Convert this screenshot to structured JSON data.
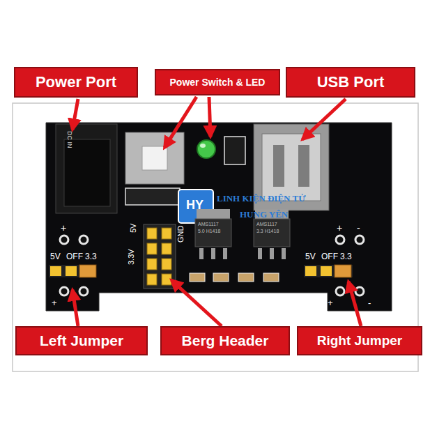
{
  "diagram": {
    "nodes": [
      {
        "text": [
          "Power Port"
        ]
      },
      {
        "text": [
          "Power Switch & LED"
        ]
      },
      {
        "text": [
          "USB Port"
        ]
      },
      {
        "text": [
          "Left Jumper"
        ]
      },
      {
        "text": [
          "Berg Header"
        ]
      },
      {
        "text": [
          "Right Jumper"
        ]
      }
    ],
    "labels": [
      "DC IN",
      "+",
      "5V",
      "3.3V",
      "GND",
      "AMS1117",
      "5.0 H1418",
      "AMS1117",
      "3.3 H1418",
      "HY",
      "LINH KIỆN ĐIỆN TỬ",
      "HUNG YÊN",
      "+",
      "-",
      "5V",
      "OFF",
      "3.3",
      "5V",
      "OFF",
      "3.3",
      "+",
      "+",
      "-"
    ]
  }
}
